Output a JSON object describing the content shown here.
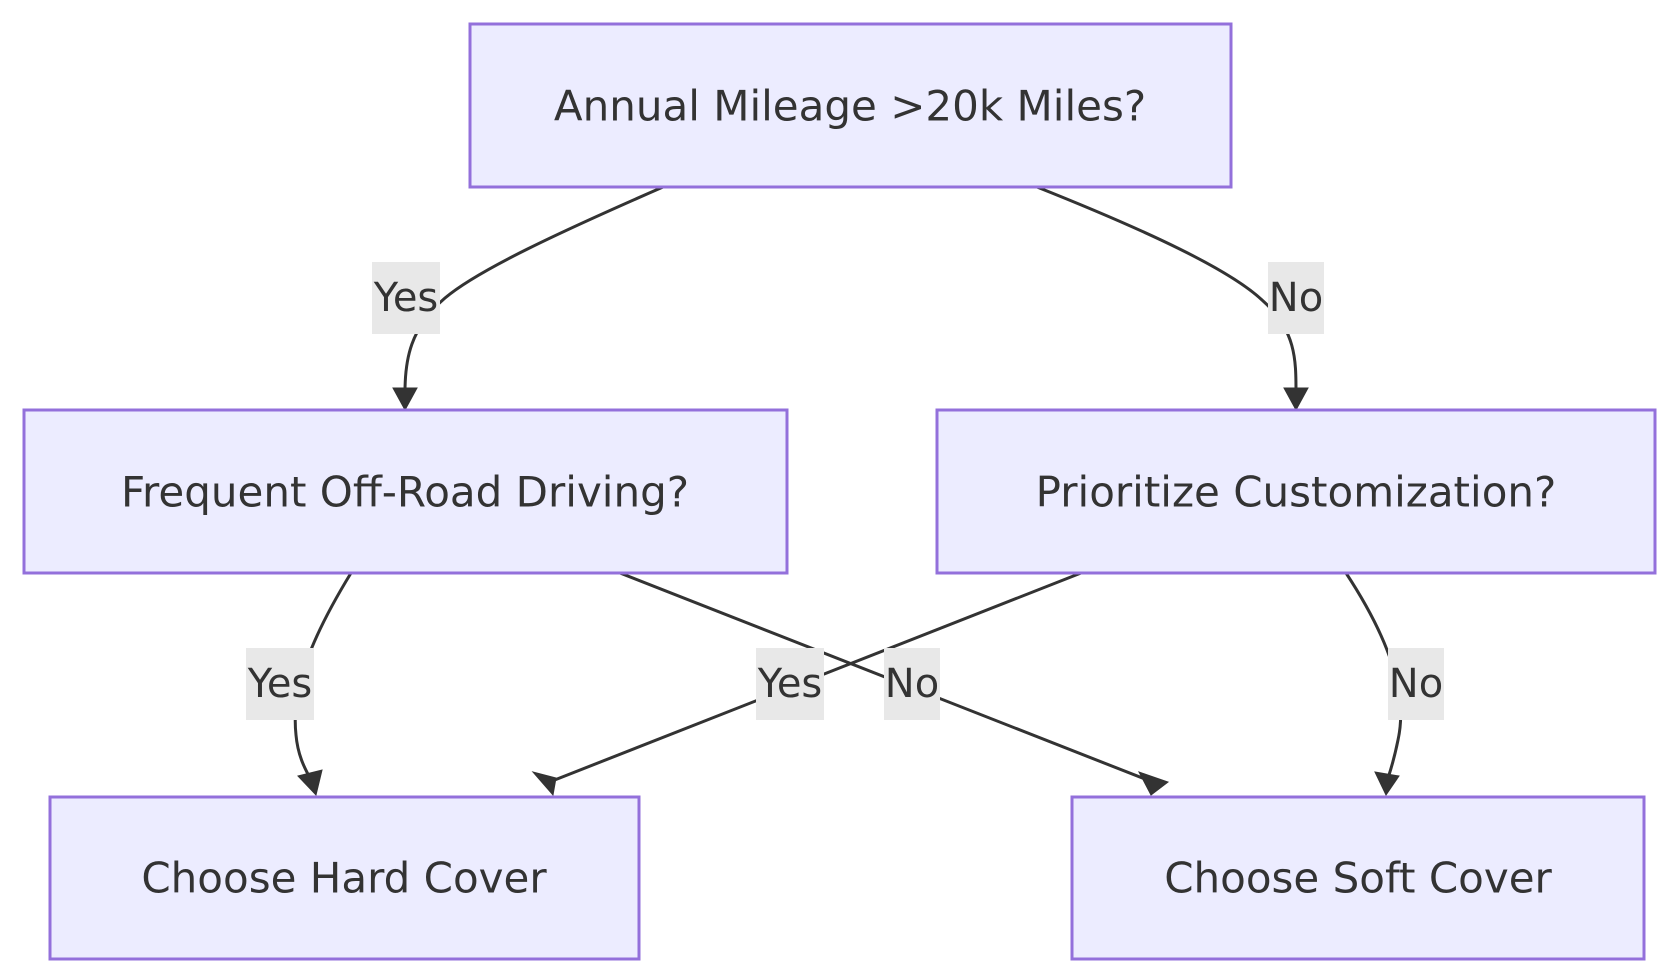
{
  "nodes": {
    "mileage": "Annual Mileage >20k Miles?",
    "offroad": "Frequent Off-Road Driving?",
    "custom": "Prioritize Customization?",
    "hard": "Choose Hard Cover",
    "soft": "Choose Soft Cover"
  },
  "edges": {
    "mileage_offroad": "Yes",
    "mileage_custom": "No",
    "offroad_hard": "Yes",
    "offroad_soft": "No",
    "custom_hard": "Yes",
    "custom_soft": "No"
  },
  "colors": {
    "node_fill": "#ececff",
    "node_stroke": "#9370db",
    "edge": "#333333",
    "label_bg": "#e8e8e8",
    "text": "#333333"
  }
}
